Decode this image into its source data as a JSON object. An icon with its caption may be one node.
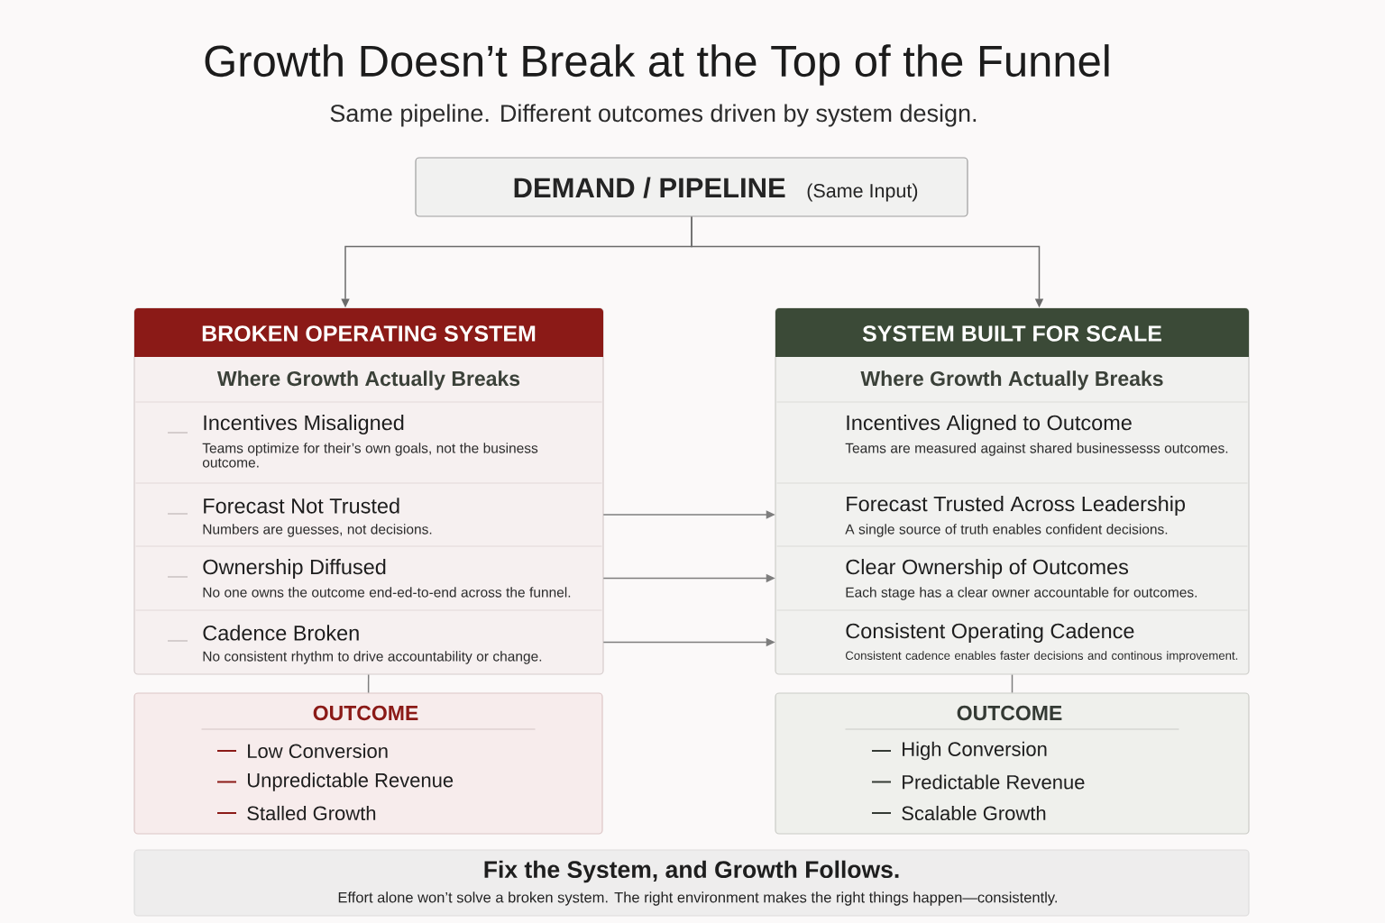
{
  "diagram": {
    "title": "Growth Doesn’t Break at the Top of the Funnel",
    "nodes": [
      {
        "text": [
          "DEMAND / PIPELINE",
          "(Same Input)"
        ]
      },
      {
        "text": [
          "BROKEN OPERATING SYSTEM",
          "Where Growth Actually Breaks"
        ]
      },
      {
        "text": [
          "Incentives Misaligned",
          "Teams optimize for their’s own goals, not the business outcome."
        ],
        "in": 1
      },
      {
        "text": [
          "Forecast Not Trusted",
          "Numbers are guesses, not decisions."
        ],
        "in": 1
      },
      {
        "text": [
          "Ownership Diffused",
          "No one owns the outcome end-ed-to-end across the funnel."
        ],
        "in": 1
      },
      {
        "text": [
          "Cadence Broken",
          "No consistent rhythm to drive accountability or change."
        ],
        "in": 1
      },
      {
        "text": [
          "SYSTEM BUILT FOR SCALE",
          "Where Growth Actually Breaks"
        ]
      },
      {
        "text": [
          "Incentives Aligned to Outcome",
          "Teams are measured against shared businessesss outcomes."
        ],
        "in": 6
      },
      {
        "text": [
          "Forecast Trusted Across Leadership",
          "A single source of truth enables confident decisions."
        ],
        "in": 6
      },
      {
        "text": [
          "Clear Ownership of Outcomes",
          "Each stage has a clear owner accountable for outcomes."
        ],
        "in": 6
      },
      {
        "text": [
          "Consistent Operating Cadence",
          "Consistent cadence enables faster decisions and continous improvement."
        ],
        "in": 6
      },
      {
        "text": [
          "OUTCOME",
          "Low Conversion",
          "Unpredictable Revenue",
          "Stalled Growth"
        ]
      },
      {
        "text": [
          "OUTCOME",
          "High Conversion",
          "Predictable Revenue",
          "Scalable Growth"
        ]
      },
      {
        "text": [
          "Fix the System, and Growth Follows.",
          "Effort alone won’t solve a broken system. The right environment makes the right things happen—consistently."
        ]
      }
    ],
    "edges": [
      {
        "from": 0,
        "to": 1,
        "arrow": "to"
      },
      {
        "from": 0,
        "to": 6,
        "arrow": "to"
      },
      {
        "from": 3,
        "to": 8,
        "arrow": "to"
      },
      {
        "from": 4,
        "to": 9,
        "arrow": "to"
      },
      {
        "from": 5,
        "to": 10,
        "arrow": "to"
      },
      {
        "from": 1,
        "to": 11,
        "arrow": "none"
      },
      {
        "from": 6,
        "to": 12,
        "arrow": "none"
      }
    ],
    "labels": [
      "Same pipeline. Different outcomes driven by system design."
    ]
  }
}
